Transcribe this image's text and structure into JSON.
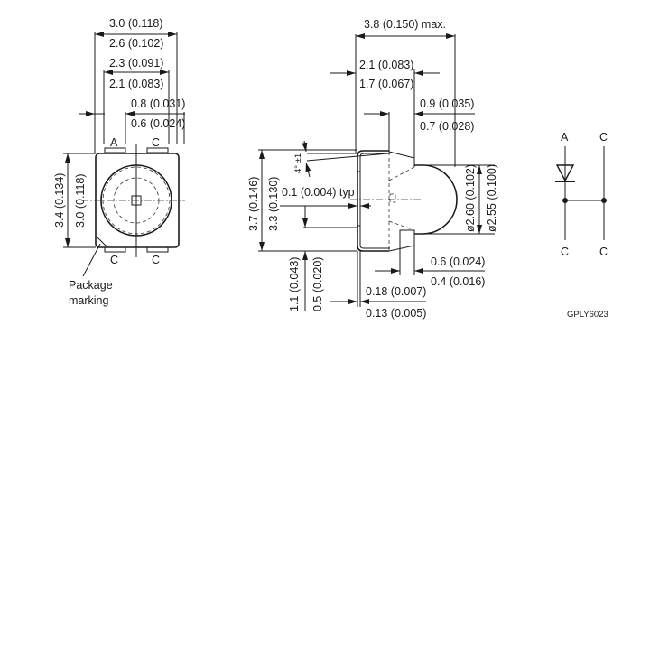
{
  "drawing_id": "GPLY6023",
  "front_view": {
    "dims_top": [
      "3.0 (0.118)",
      "2.6 (0.102)",
      "2.3 (0.091)",
      "2.1 (0.083)",
      "0.8 (0.031)",
      "0.6 (0.024)"
    ],
    "dims_left": [
      "3.4 (0.134)",
      "3.0 (0.118)"
    ],
    "pin_labels": {
      "top_left": "A",
      "top_right": "C",
      "bottom_left": "C",
      "bottom_right": "C"
    },
    "package_marking_label_line1": "Package",
    "package_marking_label_line2": "marking"
  },
  "side_view": {
    "dim_overall_width": "3.8 (0.150) max.",
    "dim_body_upper": "2.1 (0.083)",
    "dim_body_lower": "1.7 (0.067)",
    "dim_lens_upper": "0.9 (0.035)",
    "dim_lens_lower": "0.7 (0.028)",
    "dim_angle": "4° ±1",
    "dim_lead_thickness": "0.1 (0.004) typ",
    "dim_height_upper": "3.7 (0.146)",
    "dim_height_lower": "3.3 (0.130)",
    "dim_lead_upper": "1.1 (0.043)",
    "dim_lead_lower": "0.5 (0.020)",
    "dim_lens_dia_upper": "ø2.60 (0.102)",
    "dim_lens_dia_lower": "ø2.55 (0.100)",
    "dim_step_upper": "0.6 (0.024)",
    "dim_step_lower": "0.4 (0.016)",
    "dim_gap_upper": "0.18 (0.007)",
    "dim_gap_lower": "0.13 (0.005)"
  },
  "schematic": {
    "anode_label": "A",
    "cathode_top_label": "C",
    "cathode_bottom_left_label": "C",
    "cathode_bottom_right_label": "C"
  }
}
